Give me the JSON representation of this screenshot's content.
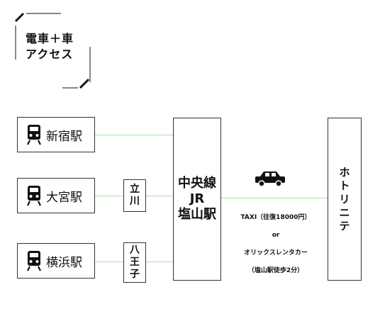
{
  "title": {
    "line1": "電車＋車",
    "line2": "アクセス"
  },
  "stations": [
    {
      "name": "新宿駅",
      "icon": "train-icon"
    },
    {
      "name": "大宮駅",
      "icon": "train-icon"
    },
    {
      "name": "横浜駅",
      "icon": "train-icon"
    }
  ],
  "transfers": [
    {
      "chars": [
        "立",
        "川"
      ]
    },
    {
      "chars": [
        "八",
        "王",
        "子"
      ]
    }
  ],
  "hub": {
    "line1": "中央線",
    "line2": "JR",
    "line3": "塩山駅"
  },
  "route": {
    "icon": "car-icon",
    "line1": "TAXI（往復18000円）",
    "line2": "or",
    "line3": "オリックスレンタカー",
    "line4": "（塩山駅徒歩2分）"
  },
  "destination": {
    "chars": [
      "ホ",
      "ト",
      "リ",
      "ニ",
      "テ"
    ]
  },
  "colors": {
    "connector": "#a8e6a0",
    "border": "#333333",
    "text": "#111111"
  }
}
